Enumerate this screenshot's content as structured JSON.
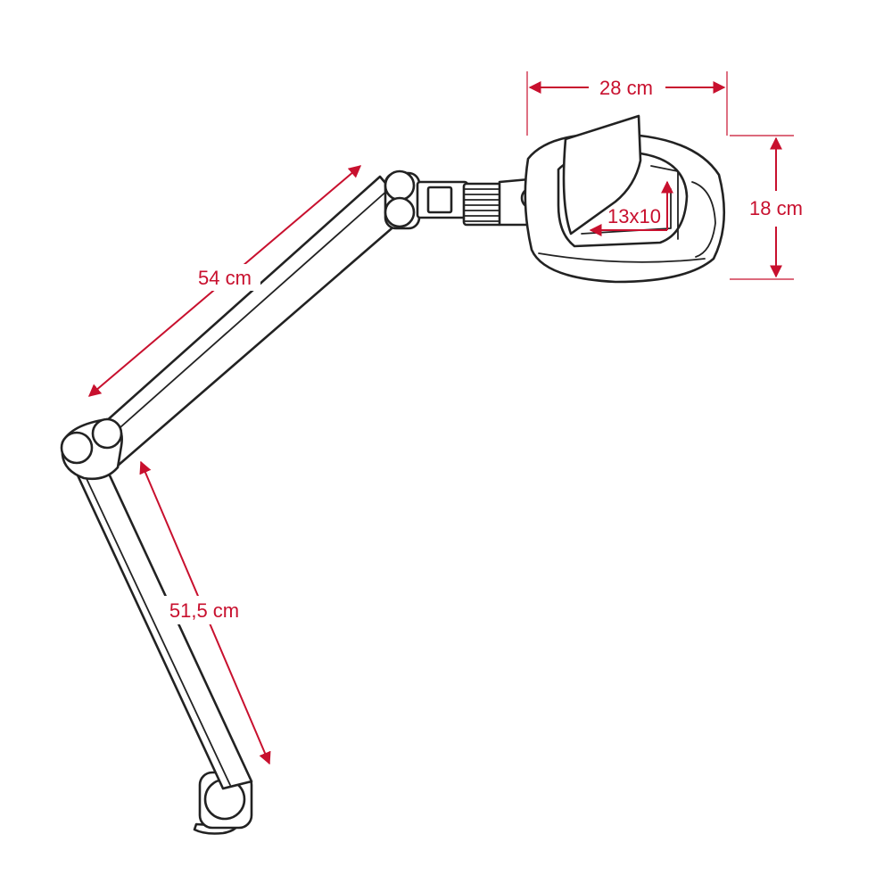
{
  "colors": {
    "dimension": "#c8102e",
    "outline": "#222222",
    "background": "#ffffff"
  },
  "dimensions": {
    "head_width": "28 cm",
    "head_height": "18 cm",
    "lens_size": "13x10",
    "upper_arm": "54 cm",
    "lower_arm": "51,5 cm"
  }
}
